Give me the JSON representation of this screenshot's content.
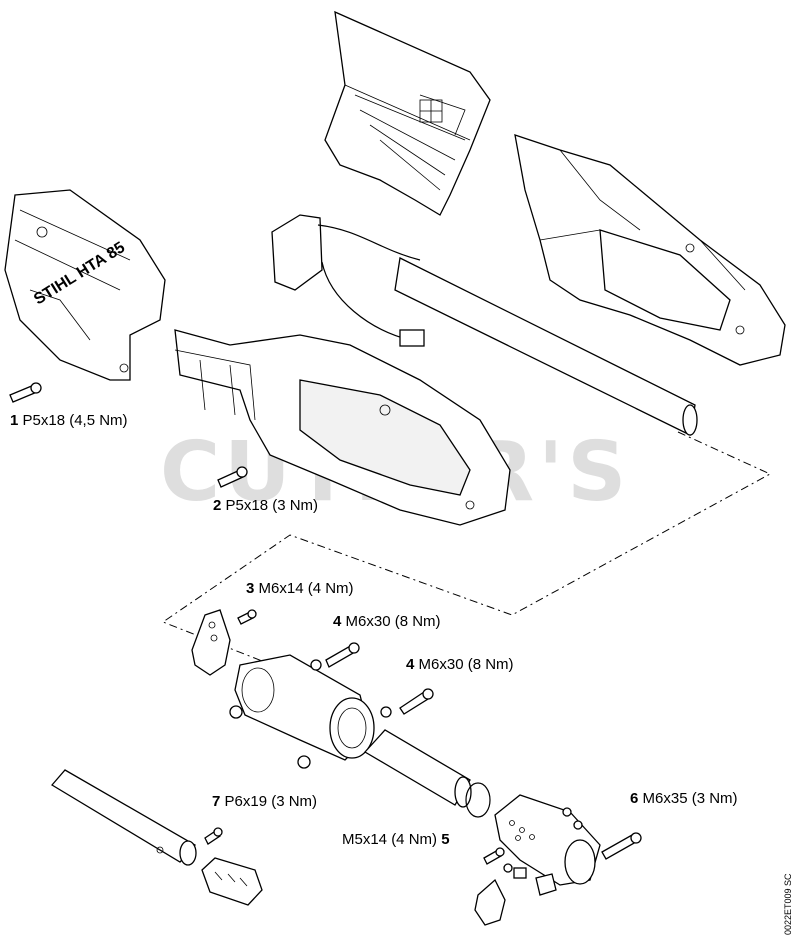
{
  "watermark": "CUTLER'S",
  "logo_text": "STIHL HTA 85",
  "doc_ref": "0022ET009 SC",
  "callouts": [
    {
      "num": "1",
      "spec": "P5x18 (4,5 Nm)"
    },
    {
      "num": "2",
      "spec": "P5x18 (3 Nm)"
    },
    {
      "num": "3",
      "spec": "M6x14 (4 Nm)"
    },
    {
      "num": "4",
      "spec": "M6x30 (8 Nm)"
    },
    {
      "num": "4",
      "spec": "M6x30 (8 Nm)"
    },
    {
      "num": "7",
      "spec": "P6x19 (3 Nm)"
    },
    {
      "num": "6",
      "spec": "M6x35 (3 Nm)"
    },
    {
      "num": "5",
      "spec": "M5x14 (4 Nm)"
    }
  ]
}
